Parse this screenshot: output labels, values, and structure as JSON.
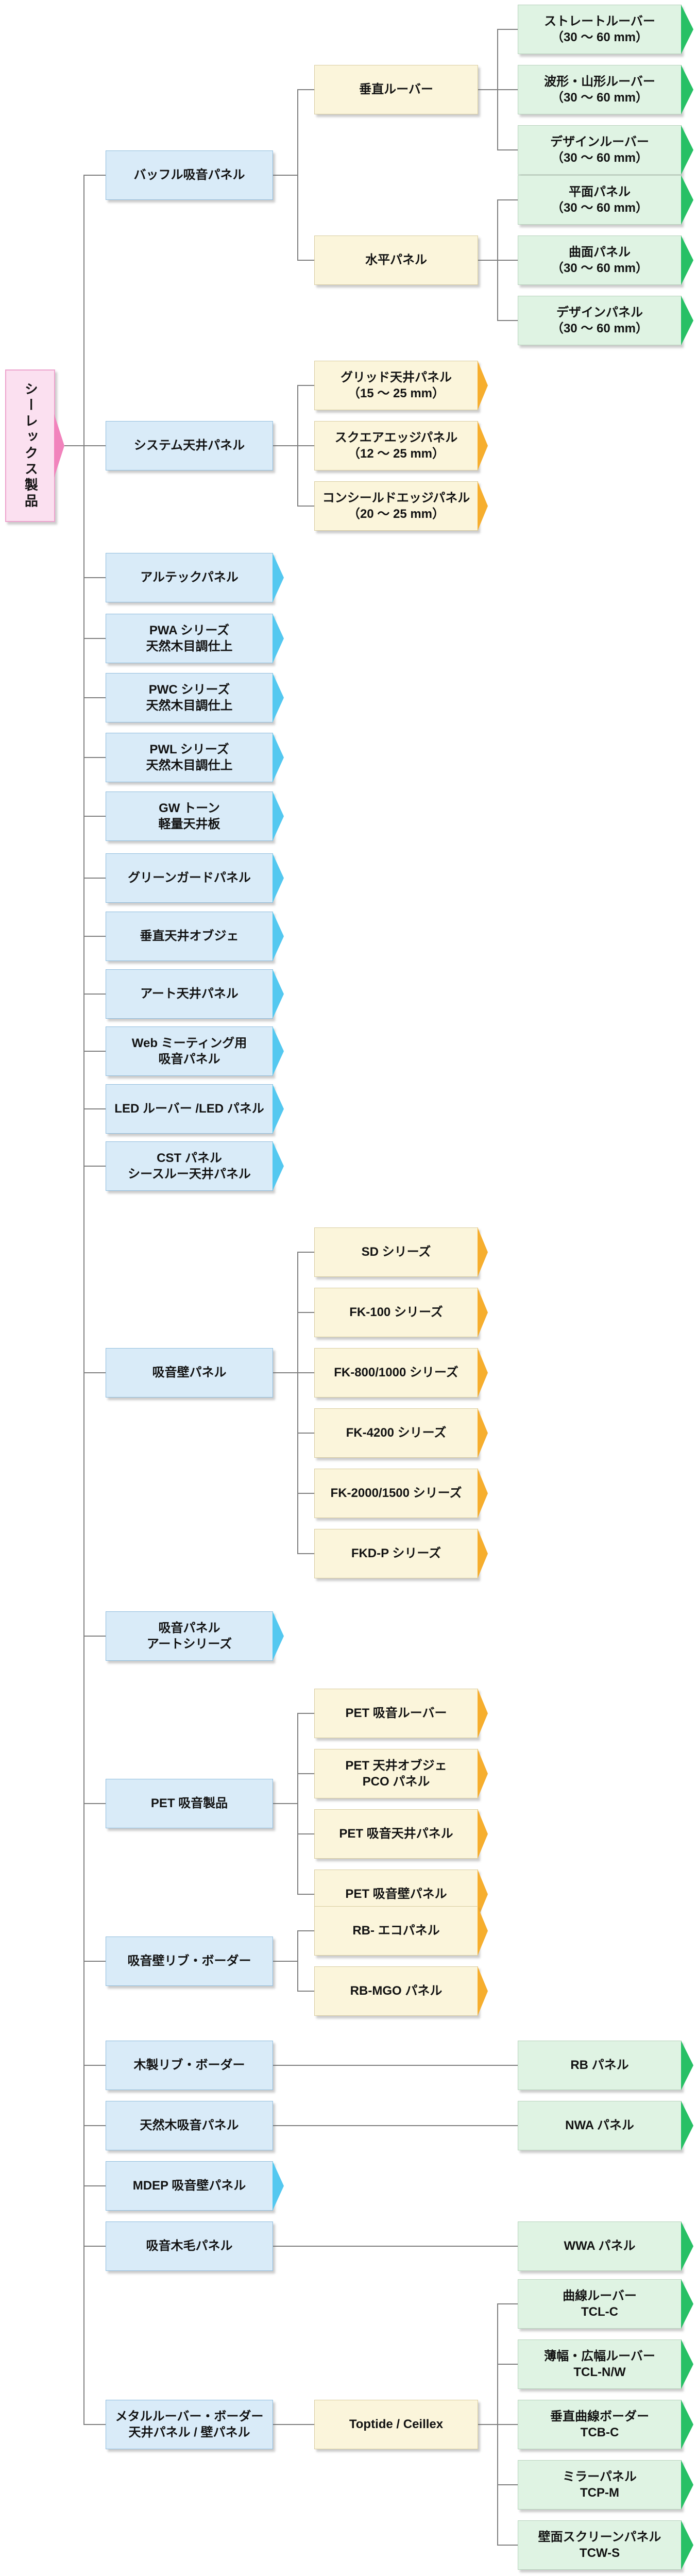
{
  "palette": {
    "level1_fill": "#D9EBF8",
    "level1_arrow": "#54C8F0",
    "level2_fill": "#FBF5DB",
    "level2_arrow": "#F6AE2E",
    "level3_fill": "#DFF3E3",
    "level3_arrow": "#27C065",
    "root_fill": "#FBE0F0",
    "root_arrow": "#F183BC",
    "connector": "#7F7F7F"
  },
  "tree": {
    "label": "シーレックス製品",
    "children": [
      {
        "label": "バッフル吸音パネル",
        "children": [
          {
            "label": "垂直ルーバー",
            "children": [
              {
                "label": "ストレートルーバー\n（30 ～ 60 mm）"
              },
              {
                "label": "波形・山形ルーバー\n（30 ～ 60 mm）"
              },
              {
                "label": "デザインルーバー\n（30 ～ 60 mm）"
              }
            ]
          },
          {
            "label": "水平パネル",
            "children": [
              {
                "label": "平面パネル\n（30 ～ 60 mm）"
              },
              {
                "label": "曲面パネル\n（30 ～ 60 mm）"
              },
              {
                "label": "デザインパネル\n（30 ～ 60 mm）"
              }
            ]
          }
        ]
      },
      {
        "label": "システム天井パネル",
        "children": [
          {
            "label": "グリッド天井パネル\n（15 ～ 25 mm）"
          },
          {
            "label": "スクエアエッジパネル\n（12 ～ 25 mm）"
          },
          {
            "label": "コンシールドエッジパネル\n（20 ～ 25 mm）"
          }
        ]
      },
      {
        "label": "アルテックパネル"
      },
      {
        "label": "PWA シリーズ\n天然木目調仕上"
      },
      {
        "label": "PWC シリーズ\n天然木目調仕上"
      },
      {
        "label": "PWL シリーズ\n天然木目調仕上"
      },
      {
        "label": "GW トーン\n軽量天井板"
      },
      {
        "label": "グリーンガードパネル"
      },
      {
        "label": "垂直天井オブジェ"
      },
      {
        "label": "アート天井パネル"
      },
      {
        "label": "Web ミーティング用\n吸音パネル"
      },
      {
        "label": "LED ルーバー /LED パネル"
      },
      {
        "label": "CST パネル\nシースルー天井パネル"
      },
      {
        "label": "吸音壁パネル",
        "children": [
          {
            "label": "SD シリーズ"
          },
          {
            "label": "FK-100 シリーズ"
          },
          {
            "label": "FK-800/1000 シリーズ"
          },
          {
            "label": "FK-4200 シリーズ"
          },
          {
            "label": "FK-2000/1500 シリーズ"
          },
          {
            "label": "FKD-P シリーズ"
          }
        ]
      },
      {
        "label": "吸音パネル\nアートシリーズ"
      },
      {
        "label": "PET 吸音製品",
        "children": [
          {
            "label": "PET 吸音ルーバー"
          },
          {
            "label": "PET 天井オブジェ\nPCO パネル"
          },
          {
            "label": "PET 吸音天井パネル"
          },
          {
            "label": "PET 吸音壁パネル"
          }
        ]
      },
      {
        "label": "吸音壁リブ・ボーダー",
        "children": [
          {
            "label": "RB- エコパネル"
          },
          {
            "label": "RB-MGO パネル"
          }
        ]
      },
      {
        "label": "木製リブ・ボーダー",
        "children": [
          {
            "label": "RB パネル"
          }
        ]
      },
      {
        "label": "天然木吸音パネル",
        "children": [
          {
            "label": "NWA パネル"
          }
        ]
      },
      {
        "label": "MDEP 吸音壁パネル"
      },
      {
        "label": "吸音木毛パネル",
        "children": [
          {
            "label": "WWA パネル"
          }
        ]
      },
      {
        "label": "メタルルーバー・ボーダー\n天井パネル / 壁パネル",
        "children": [
          {
            "label": "Toptide / Ceillex",
            "children": [
              {
                "label": "曲線ルーバー\nTCL-C"
              },
              {
                "label": "薄幅・広幅ルーバー\nTCL-N/W"
              },
              {
                "label": "垂直曲線ボーダー\nTCB-C"
              },
              {
                "label": "ミラーパネル\nTCP-M"
              },
              {
                "label": "壁面スクリーンパネル\nTCW-S"
              }
            ]
          }
        ]
      }
    ]
  }
}
